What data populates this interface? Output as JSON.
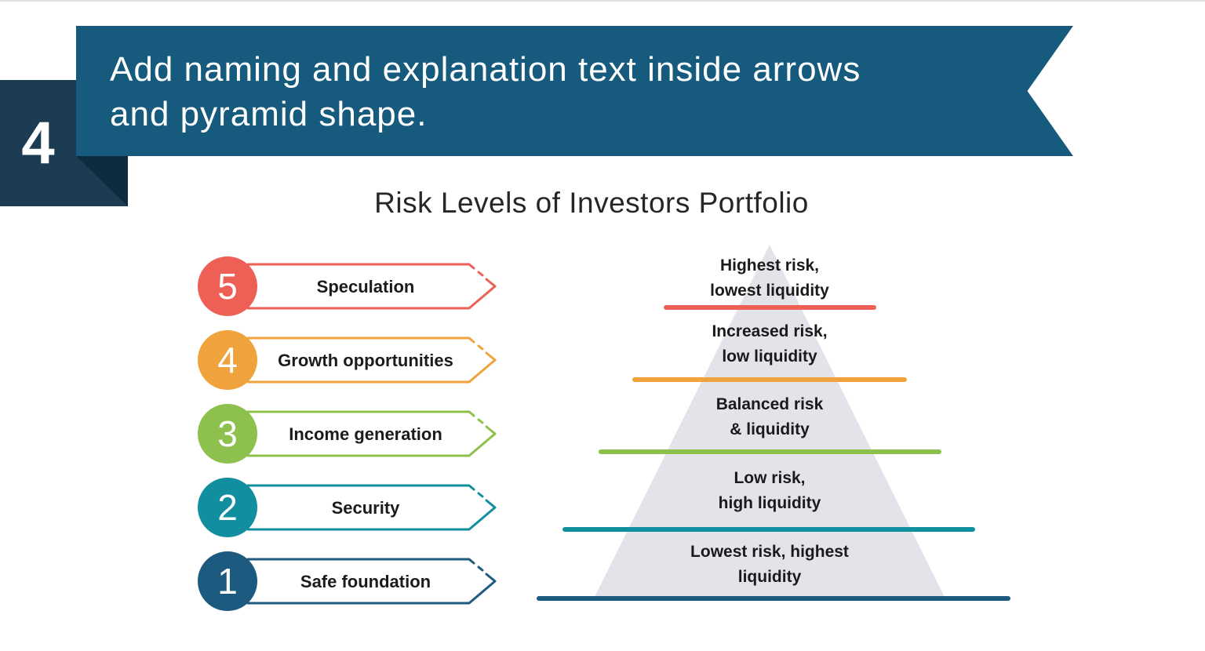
{
  "page": {
    "step_number": "4",
    "banner": {
      "line1": "Add naming and explanation text inside arrows",
      "line2": "and pyramid shape."
    },
    "title": "Risk Levels of Investors Portfolio"
  },
  "arrows": [
    {
      "number": "5",
      "label": "Speculation",
      "color": "#ee6055"
    },
    {
      "number": "4",
      "label": "Growth opportunities",
      "color": "#f0a33c"
    },
    {
      "number": "3",
      "label": "Income generation",
      "color": "#8ec04d"
    },
    {
      "number": "2",
      "label": "Security",
      "color": "#128f9f"
    },
    {
      "number": "1",
      "label": "Safe foundation",
      "color": "#1c5a80"
    }
  ],
  "pyramid": {
    "fill_color": "#e2e4ea",
    "levels": [
      {
        "line1": "Highest risk,",
        "line2": "lowest liquidity",
        "color": "#ee6055"
      },
      {
        "line1": "Increased risk,",
        "line2": "low liquidity",
        "color": "#f0a33c"
      },
      {
        "line1": "Balanced risk",
        "line2": "& liquidity",
        "color": "#8ec04d"
      },
      {
        "line1": "Low risk,",
        "line2": "high liquidity",
        "color": "#128f9f"
      },
      {
        "line1": "Lowest risk, highest",
        "line2": "liquidity",
        "color": "#1c5a80"
      }
    ]
  },
  "colors": {
    "banner_bg": "#165a7e",
    "step_tab_bg": "#1b3c52",
    "fold_bg": "#0e2c3f",
    "text_dark": "#1a1a1a"
  }
}
